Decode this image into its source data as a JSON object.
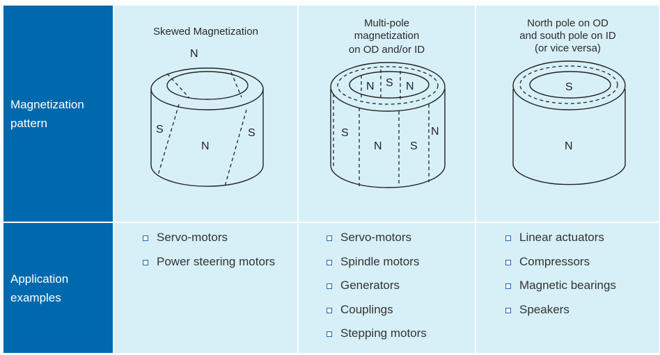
{
  "table": {
    "row_headers": [
      "Magnetization pattern",
      "Application examples"
    ],
    "rows": {
      "pattern": {
        "label_line1": "Magnetization",
        "label_line2": "pattern",
        "cells": [
          {
            "caption_lines": [
              "Skewed Magnetization"
            ],
            "pole_labels": [
              "N",
              "S",
              "N",
              "S"
            ],
            "figure": "skewed-magnetization-ring"
          },
          {
            "caption_lines": [
              "Multi-pole",
              "magnetization",
              "on OD and/or ID"
            ],
            "pole_labels_top": [
              "N",
              "S",
              "N"
            ],
            "pole_labels_side": [
              "S",
              "N",
              "S",
              "N"
            ],
            "figure": "multi-pole-ring"
          },
          {
            "caption_lines": [
              "North pole on OD",
              "and south pole on ID",
              "(or vice versa)"
            ],
            "pole_labels": [
              "S",
              "N"
            ],
            "figure": "radial-ring"
          }
        ]
      },
      "applications": {
        "label_line1": "Application",
        "label_line2": "examples",
        "cells": [
          {
            "items": [
              "Servo-motors",
              "Power steering motors"
            ]
          },
          {
            "items": [
              "Servo-motors",
              "Spindle motors",
              "Generators",
              "Couplings",
              "Stepping motors"
            ]
          },
          {
            "items": [
              "Linear actuators",
              "Compressors",
              "Magnetic bearings",
              "Speakers"
            ]
          }
        ]
      }
    },
    "colors": {
      "header_bg": "#0069ad",
      "cell_bg": "#d7f0f7",
      "bullet": "#1a63b0"
    }
  }
}
